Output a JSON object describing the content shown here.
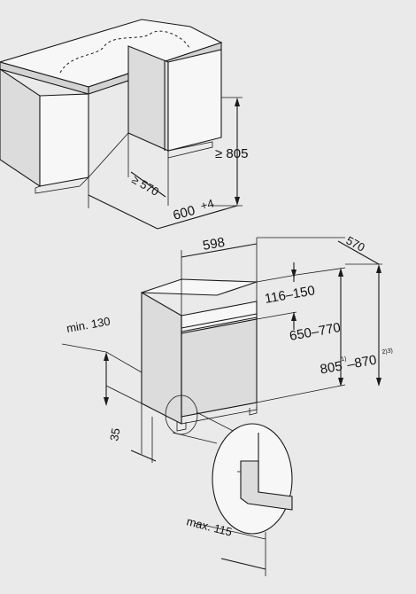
{
  "dimensions": {
    "height_min": "≥ 805",
    "depth_min": "≥ 570",
    "niche_width": "600",
    "niche_width_tol": "+4",
    "appliance_width": "598",
    "appliance_depth": "570",
    "door_gap": "116–150",
    "height_range": "650–770",
    "total_height_from": "805",
    "total_height_from_sup": "1)",
    "total_height_to": "–870",
    "total_height_to_sup": "2)3)",
    "plinth_min": "min. 130",
    "plinth_offset": "35",
    "plinth_max": "max. 115"
  }
}
